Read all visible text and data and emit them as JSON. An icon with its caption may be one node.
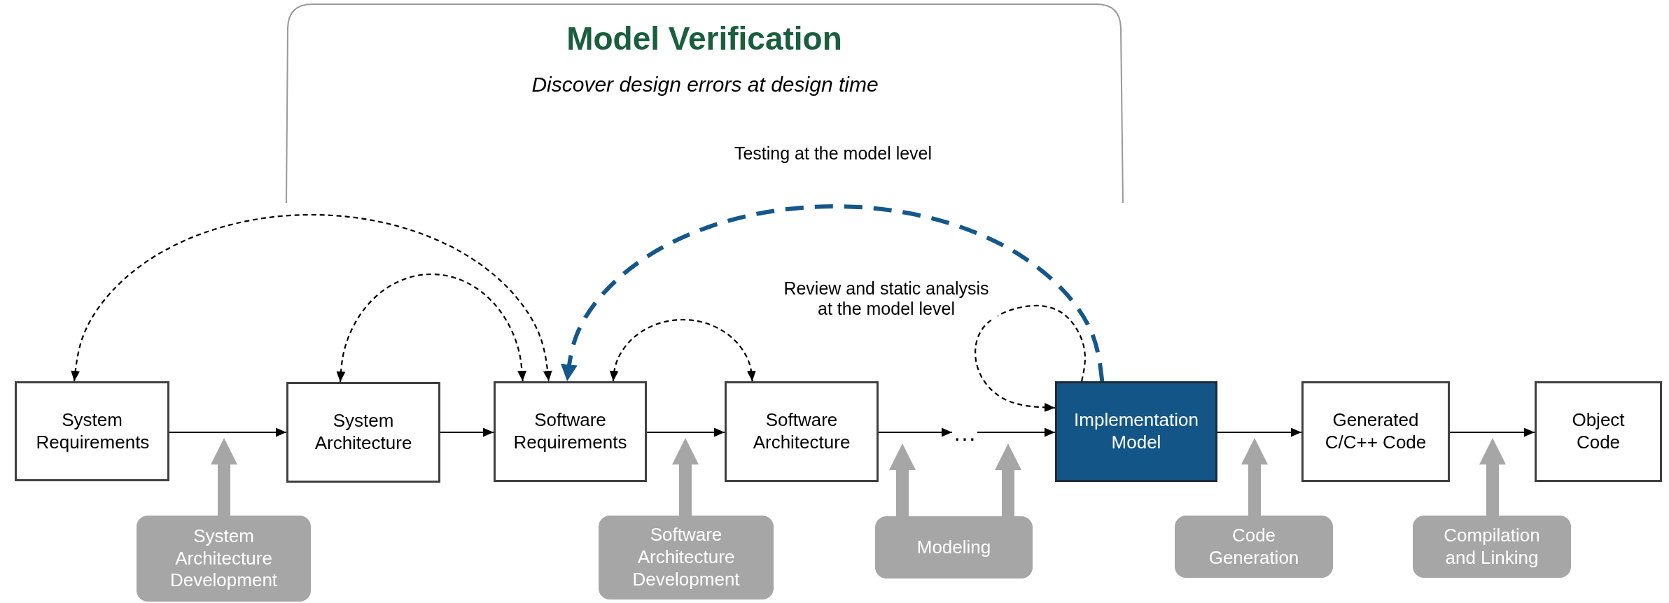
{
  "diagram": {
    "title": "Model Verification",
    "nodes": [
      {
        "text": [
          "System Requirements"
        ]
      },
      {
        "text": [
          "System Architecture"
        ]
      },
      {
        "text": [
          "Software Requirements"
        ]
      },
      {
        "text": [
          "Software Architecture"
        ]
      },
      {
        "text": [
          "…"
        ]
      },
      {
        "text": [
          "Implementation Model"
        ]
      },
      {
        "text": [
          "Generated C/C++ Code"
        ]
      },
      {
        "text": [
          "Object Code"
        ]
      },
      {
        "text": [
          "System Architecture Development"
        ]
      },
      {
        "text": [
          "Software Architecture Development"
        ]
      },
      {
        "text": [
          "Modeling"
        ]
      },
      {
        "text": [
          "Code Generation"
        ]
      },
      {
        "text": [
          "Compilation and Linking"
        ]
      }
    ],
    "edges": [
      {
        "from": 0,
        "to": 1,
        "arrow": "to"
      },
      {
        "from": 1,
        "to": 2,
        "arrow": "to"
      },
      {
        "from": 2,
        "to": 3,
        "arrow": "to"
      },
      {
        "from": 3,
        "to": 4,
        "arrow": "to"
      },
      {
        "from": 4,
        "to": 5,
        "arrow": "to"
      },
      {
        "from": 5,
        "to": 6,
        "arrow": "to"
      },
      {
        "from": 6,
        "to": 7,
        "arrow": "to"
      },
      {
        "from": 0,
        "to": 2,
        "arrow": "both",
        "style": "dashed"
      },
      {
        "from": 1,
        "to": 2,
        "arrow": "both",
        "style": "dashed"
      },
      {
        "from": 2,
        "to": 3,
        "arrow": "both",
        "style": "dashed"
      },
      {
        "from": 5,
        "to": 5,
        "arrow": "to",
        "style": "dashed",
        "label": "Review and static analysis at the model level"
      },
      {
        "from": 5,
        "to": 2,
        "arrow": "to",
        "style": "dashed",
        "color": "#14578a",
        "label": "Testing at the model level"
      },
      {
        "from": 8,
        "to": null,
        "arrow": "to",
        "style": "thick",
        "color": "#a6a6a6"
      },
      {
        "from": 9,
        "to": null,
        "arrow": "to",
        "style": "thick",
        "color": "#a6a6a6"
      },
      {
        "from": 10,
        "to": 4,
        "arrow": "to",
        "style": "thick",
        "color": "#a6a6a6"
      },
      {
        "from": 10,
        "to": 4,
        "arrow": "to",
        "style": "thick",
        "color": "#a6a6a6"
      },
      {
        "from": 11,
        "to": null,
        "arrow": "to",
        "style": "thick",
        "color": "#a6a6a6"
      },
      {
        "from": 12,
        "to": null,
        "arrow": "to",
        "style": "thick",
        "color": "#a6a6a6"
      }
    ],
    "labels": [
      "Discover design errors at design time"
    ]
  }
}
